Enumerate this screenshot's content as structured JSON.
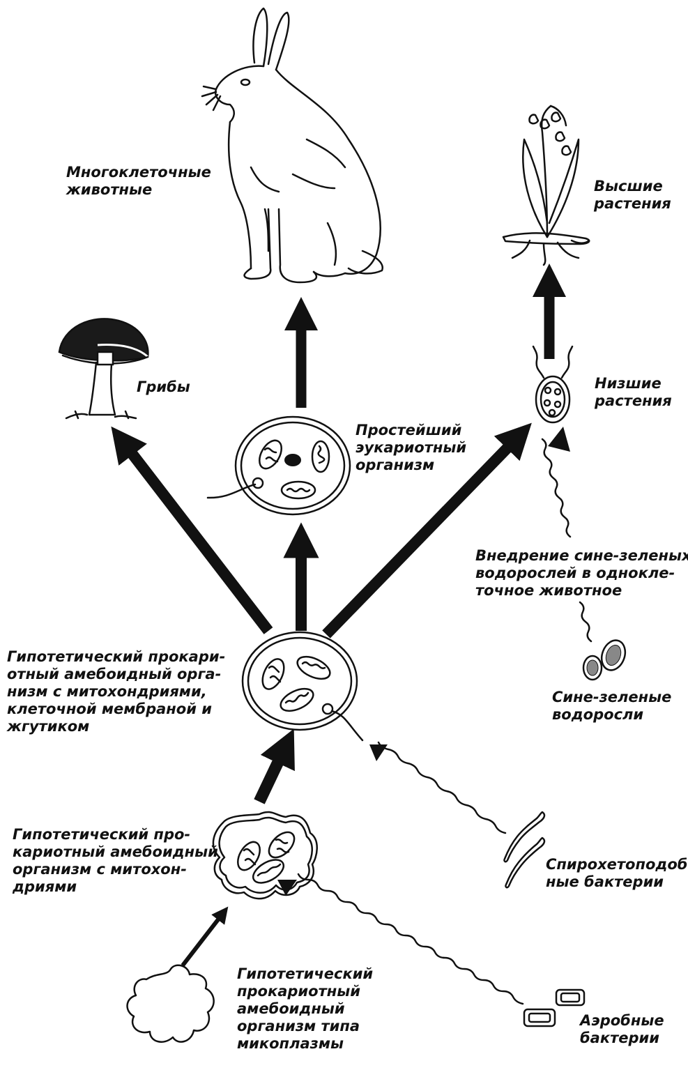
{
  "labels": {
    "animals": [
      "Многоклеточные",
      "животные"
    ],
    "plants_higher": [
      "Высшие",
      "растения"
    ],
    "fungi": [
      "Грибы"
    ],
    "plants_lower": [
      "Низшие",
      "растения"
    ],
    "protist": [
      "Простейший",
      "эукариотный",
      "организм"
    ],
    "introduction": [
      "Внедрение сине-зеленых",
      "водорослей в однокле-",
      "точное животное"
    ],
    "flagellate_prokaryote": [
      "Гипотетический прокари-",
      "отный амебоидный орга-",
      "низм с митохондриями,",
      "клеточной мембраной и",
      "жгутиком"
    ],
    "cyanobacteria": [
      "Сине-зеленые",
      "водоросли"
    ],
    "mito_prokaryote": [
      "Гипотетический про-",
      "кариотный амебоидный",
      "организм с митохон-",
      "дриями"
    ],
    "spirochete": [
      "Спирохетоподоб-",
      "ные бактерии"
    ],
    "mycoplasma": [
      "Гипотетический",
      "прокариотный",
      "амебоидный",
      "организм типа",
      "микоплазмы"
    ],
    "aerobic": [
      "Аэробные",
      "бактерии"
    ]
  }
}
